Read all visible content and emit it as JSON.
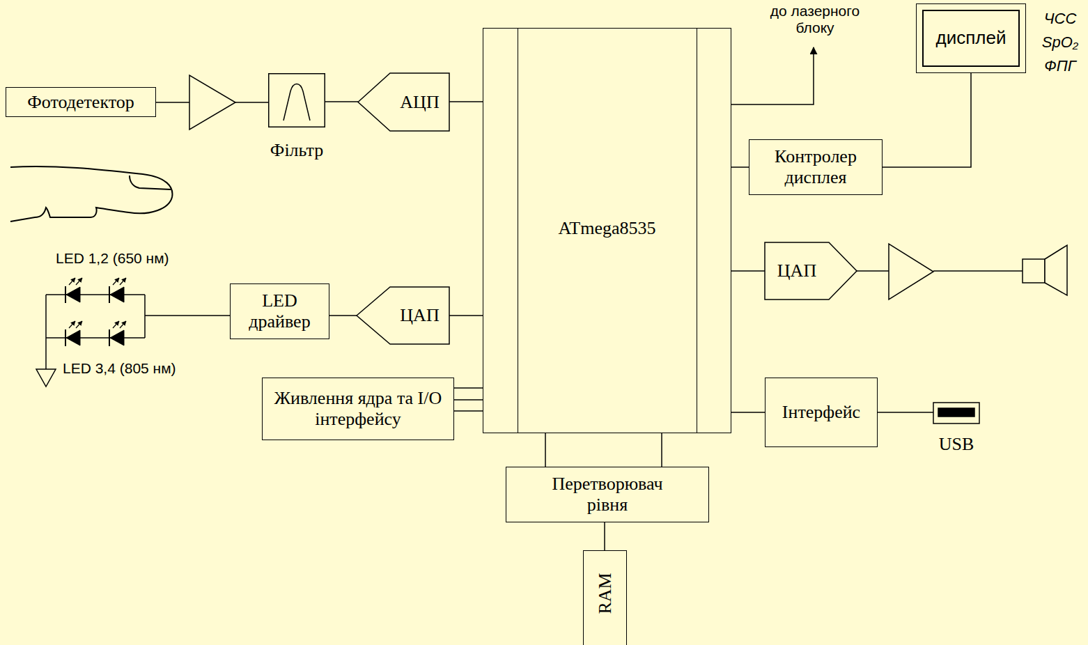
{
  "diagram": {
    "nodes": [
      {
        "text": [
          "Фотодетектор"
        ]
      },
      {
        "text": [
          "Фільтр"
        ]
      },
      {
        "text": [
          "АЦП"
        ]
      },
      {
        "text": [
          "ATmega8535"
        ]
      },
      {
        "text": [
          "дисплей"
        ]
      },
      {
        "text": [
          "Контролер дисплея"
        ]
      },
      {
        "text": [
          "ЦАП"
        ]
      },
      {
        "text": [
          "LED драйвер"
        ]
      },
      {
        "text": [
          "ЦАП"
        ]
      },
      {
        "text": [
          "Живлення ядра та I/O інтерфейсу"
        ]
      },
      {
        "text": [
          "Інтерфейс"
        ]
      },
      {
        "text": [
          "Перетворювач рівня"
        ]
      },
      {
        "text": [
          "RAM"
        ]
      }
    ],
    "edges": [
      {
        "from": 0,
        "to": 1,
        "arrow": "none"
      },
      {
        "from": 1,
        "to": 2,
        "arrow": "none"
      },
      {
        "from": 2,
        "to": 3,
        "arrow": "none"
      },
      {
        "from": 3,
        "to": 5,
        "arrow": "none"
      },
      {
        "from": 5,
        "to": 4,
        "arrow": "none"
      },
      {
        "from": 3,
        "to": 6,
        "arrow": "none"
      },
      {
        "from": 7,
        "to": 8,
        "arrow": "none"
      },
      {
        "from": 8,
        "to": 3,
        "arrow": "none"
      },
      {
        "from": 9,
        "to": 3,
        "arrow": "none"
      },
      {
        "from": 9,
        "to": 3,
        "arrow": "none"
      },
      {
        "from": 9,
        "to": 3,
        "arrow": "none"
      },
      {
        "from": 3,
        "to": 10,
        "arrow": "none"
      },
      {
        "from": 3,
        "to": 11,
        "arrow": "none"
      },
      {
        "from": 3,
        "to": 11,
        "arrow": "none"
      },
      {
        "from": 11,
        "to": 12,
        "arrow": "none"
      }
    ],
    "labels": [
      "до лазерного блоку",
      "ЧСС",
      "SpO₂",
      "ФПГ",
      "LED 1,2 (650 нм)",
      "LED 3,4 (805 нм)",
      "USB"
    ]
  }
}
